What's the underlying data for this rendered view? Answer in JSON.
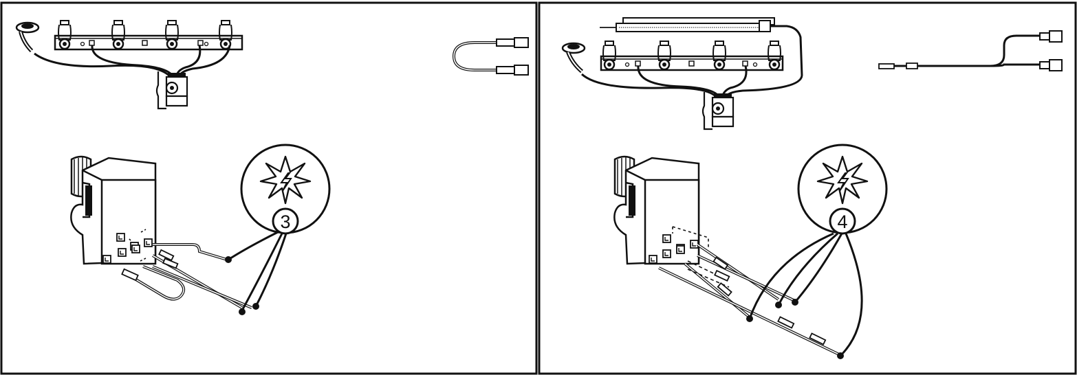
{
  "panels": [
    {
      "id": "left",
      "callout_number": "3"
    },
    {
      "id": "right",
      "callout_number": "4"
    }
  ],
  "colors": {
    "line": "#111111",
    "background": "#ffffff"
  },
  "icons": [
    "burner-manifold-icon",
    "ignition-wire-icon",
    "spark-module-icon",
    "spark-burst-icon",
    "electrode-bar-icon"
  ]
}
